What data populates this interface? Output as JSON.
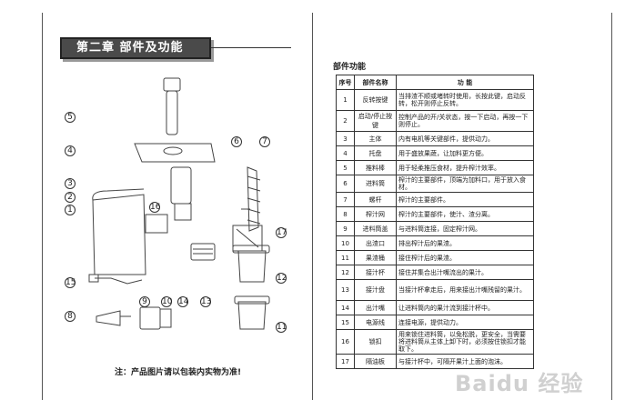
{
  "chapter_title": "第二章  部件及功能",
  "note": "注：产品图片请以包装内实物为准!",
  "table_heading": "部件功能",
  "table": {
    "headers": [
      "序号",
      "部件名称",
      "功        能"
    ],
    "rows": [
      {
        "num": "1",
        "name": "反转按键",
        "desc": "当排渣不顺或堵转时使用，长按此键，启动反转，松开则停止反转。"
      },
      {
        "num": "2",
        "name": "启动/停止按键",
        "desc": "控制产品的开/关状态，按一下启动，再按一下则停止。"
      },
      {
        "num": "3",
        "name": "主体",
        "desc": "内有电机等关键部件，提供动力。"
      },
      {
        "num": "4",
        "name": "托盘",
        "desc": "用于盛放果蔬，让加料更方便。"
      },
      {
        "num": "5",
        "name": "推料棒",
        "desc": "用于轻柔推压食材，提升榨汁效率。"
      },
      {
        "num": "6",
        "name": "进料筒",
        "desc": "榨汁的主要部件，顶端为加料口，用于放入食材。"
      },
      {
        "num": "7",
        "name": "螺杆",
        "desc": "榨汁的主要部件。"
      },
      {
        "num": "8",
        "name": "榨汁网",
        "desc": "榨汁的主要部件，使汁、渣分离。"
      },
      {
        "num": "9",
        "name": "进料筒盖",
        "desc": "与进料筒连接，固定榨汁网。"
      },
      {
        "num": "10",
        "name": "出渣口",
        "desc": "排出榨汁后的果渣。"
      },
      {
        "num": "11",
        "name": "果渣桶",
        "desc": "接住榨汁后的果渣。"
      },
      {
        "num": "12",
        "name": "接汁杯",
        "desc": "接住并集合出汁嘴流出的果汁。"
      },
      {
        "num": "13",
        "name": "接汁盘",
        "desc": "当接汁杯拿走后，用来接出汁嘴残留的果汁。"
      },
      {
        "num": "14",
        "name": "出汁嘴",
        "desc": "让进料筒内的果汁流到接汁杯中。"
      },
      {
        "num": "15",
        "name": "电源线",
        "desc": "连接电源，提供动力。"
      },
      {
        "num": "16",
        "name": "锁扣",
        "desc": "用来锁住进料筒，以免松脱，更安全，当需要将进料筒从主体上卸下时，必须按住锁扣才能取下。"
      },
      {
        "num": "17",
        "name": "隔油板",
        "desc": "与接汁杯中，可隔开果汁上面的泡沫。"
      }
    ]
  },
  "callouts": [
    "1",
    "2",
    "3",
    "4",
    "5",
    "6",
    "7",
    "8",
    "9",
    "10",
    "11",
    "12",
    "13",
    "14",
    "15",
    "16",
    "17"
  ],
  "watermark": "Baidu 经验"
}
